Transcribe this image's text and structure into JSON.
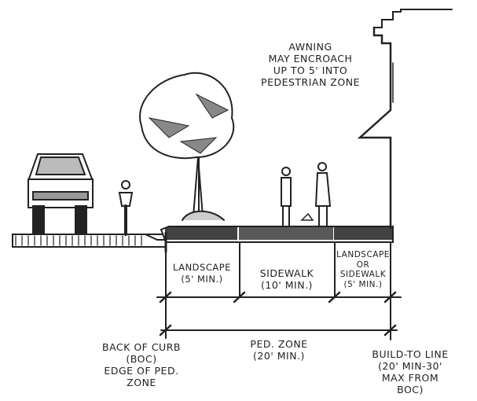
{
  "annotations": {
    "awning": [
      "AWNING",
      "MAY ENCROACH",
      "UP TO 5' INTO",
      "PEDESTRIAN ZONE"
    ],
    "landscape": [
      "LANDSCAPE",
      "(5' MIN.)"
    ],
    "sidewalk": [
      "SIDEWALK",
      "(10' MIN.)"
    ],
    "landscape_or_sidewalk": [
      "LANDSCAPE",
      "OR",
      "SIDEWALK",
      "(5' MIN.)"
    ],
    "ped_zone": [
      "PED. ZONE",
      "(20' MIN.)"
    ],
    "back_of_curb": [
      "BACK OF CURB",
      "(BOC)",
      "EDGE OF PED.",
      "ZONE"
    ],
    "build_to_line": [
      "BUILD-TO LINE",
      "(20' MIN-30'",
      "MAX FROM",
      "BOC)"
    ]
  },
  "colors": {
    "ink": "#222222",
    "background": "#ffffff"
  }
}
